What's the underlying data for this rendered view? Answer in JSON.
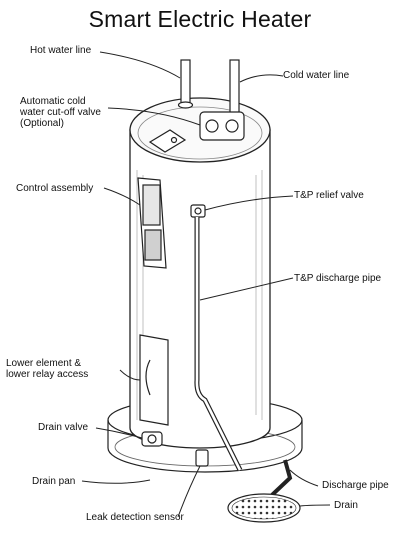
{
  "title": "Smart Electric Heater",
  "labels": {
    "hot_water_line": "Hot water line",
    "cold_water_line": "Cold water line",
    "cutoff_valve_line1": "Automatic cold",
    "cutoff_valve_line2": "water cut-off valve",
    "cutoff_valve_line3": "(Optional)",
    "control_assembly": "Control assembly",
    "tp_relief_valve": "T&P relief valve",
    "tp_discharge_pipe": "T&P discharge pipe",
    "lower_element_line1": "Lower element &",
    "lower_element_line2": "lower relay access",
    "drain_valve": "Drain valve",
    "drain_pan": "Drain pan",
    "discharge_pipe": "Discharge pipe",
    "drain": "Drain",
    "leak_detection_sensor": "Leak detection sensor"
  }
}
